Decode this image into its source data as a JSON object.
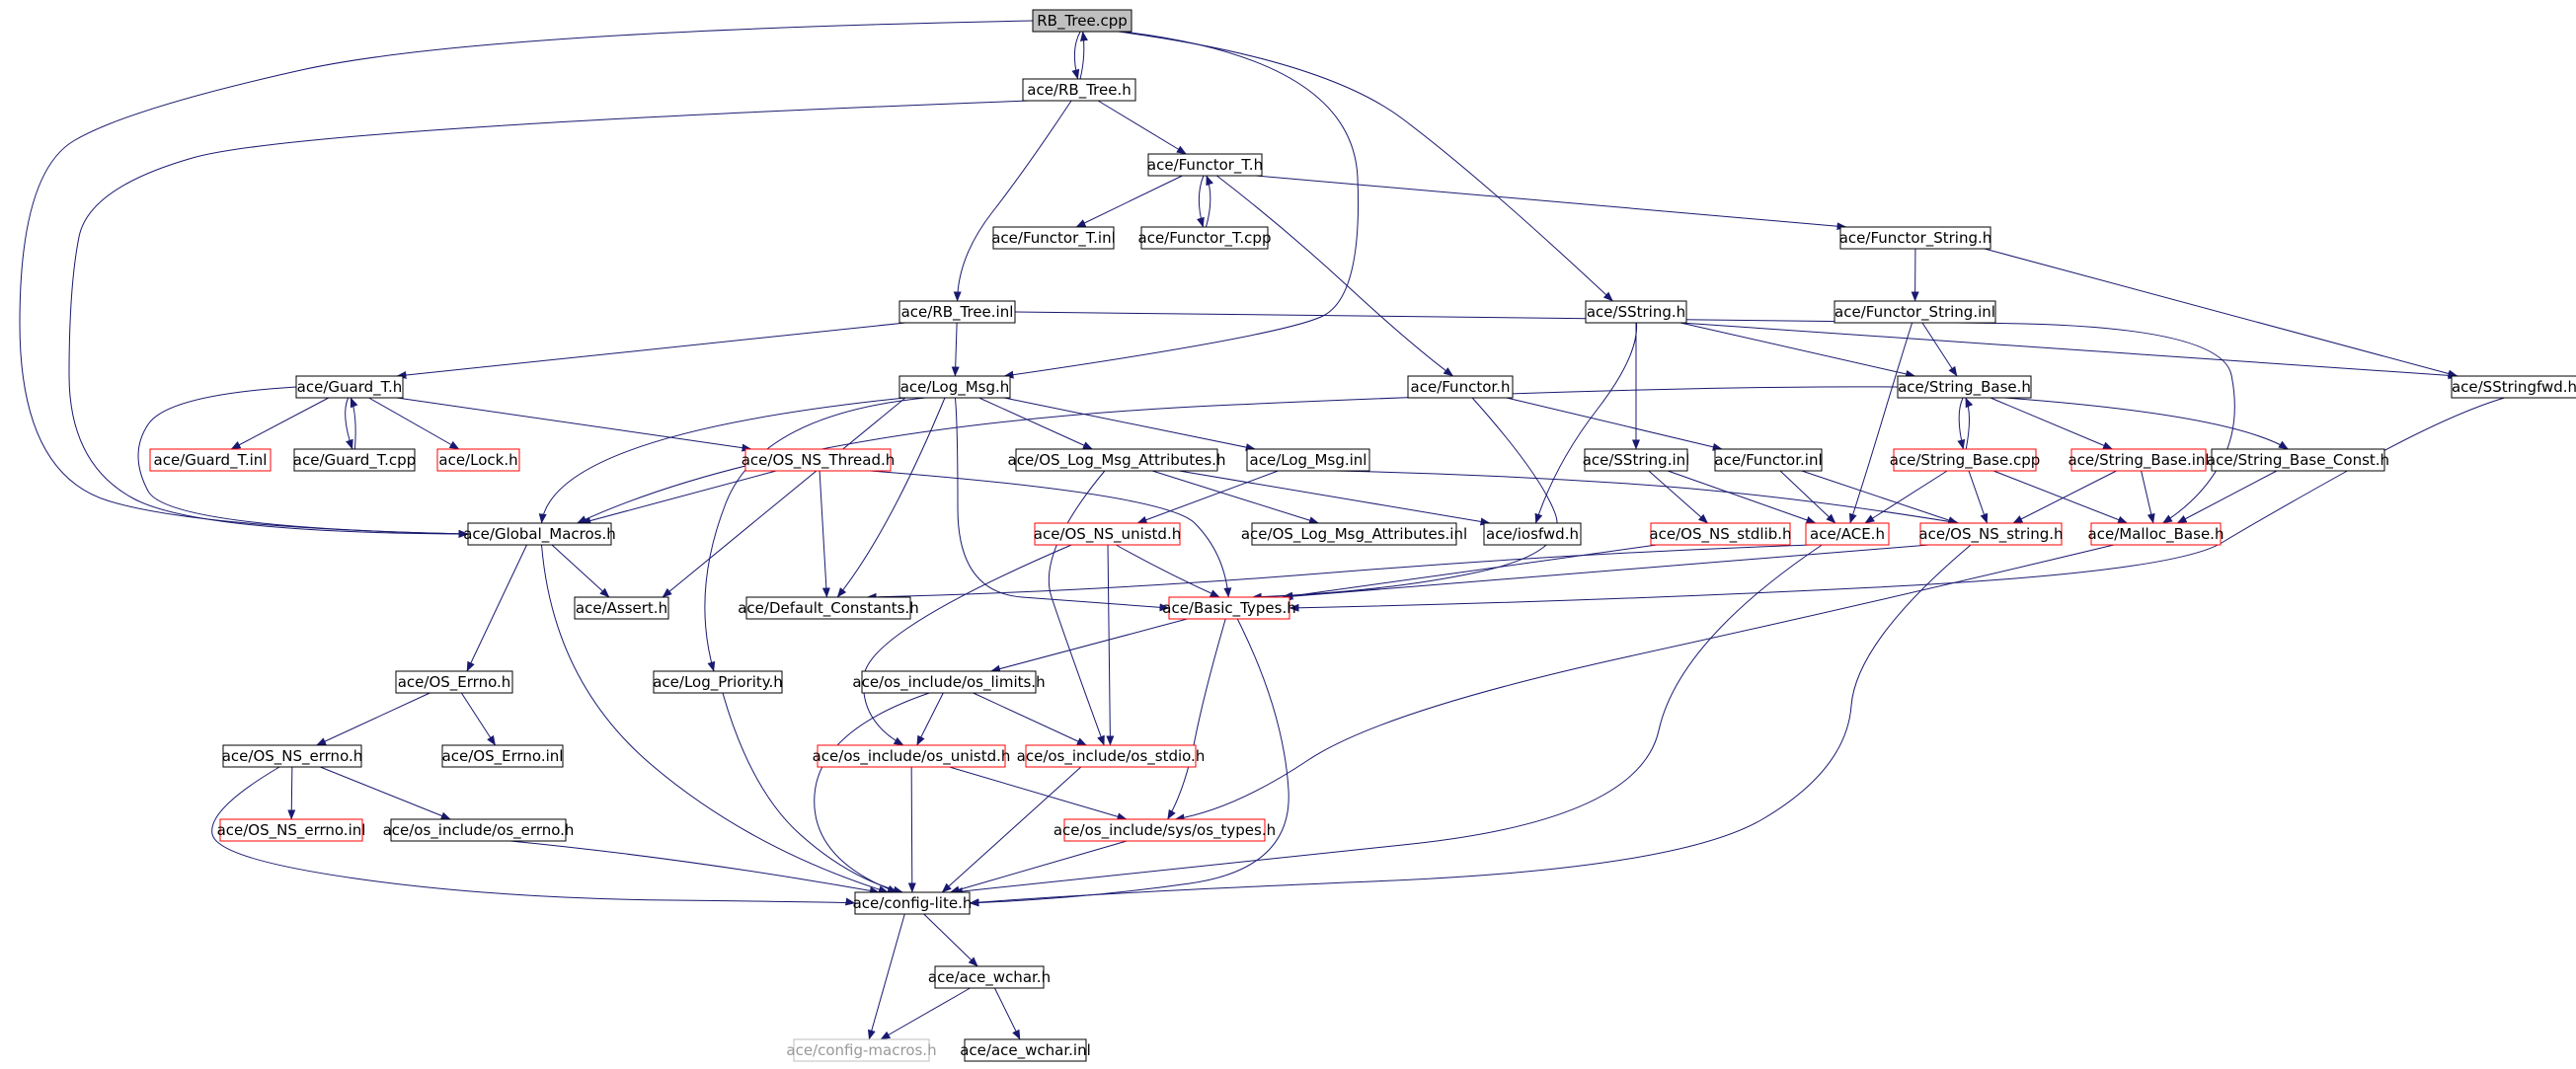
{
  "colors": {
    "edge": "#191970",
    "box_default": "#000000",
    "box_truncated": "#ff0000",
    "box_hidden": "#bfbfbf",
    "root_fill": "#bfbfbf",
    "text": "#000000",
    "text_hidden": "#999999"
  },
  "nodes": [
    {
      "id": "rb_tree_cpp",
      "label": "RB_Tree.cpp",
      "kind": "root"
    },
    {
      "id": "rb_tree_h",
      "label": "ace/RB_Tree.h",
      "kind": "normal"
    },
    {
      "id": "functor_t_h",
      "label": "ace/Functor_T.h",
      "kind": "normal"
    },
    {
      "id": "functor_t_inl",
      "label": "ace/Functor_T.inl",
      "kind": "normal"
    },
    {
      "id": "functor_t_cpp",
      "label": "ace/Functor_T.cpp",
      "kind": "normal"
    },
    {
      "id": "functor_string_h",
      "label": "ace/Functor_String.h",
      "kind": "normal"
    },
    {
      "id": "functor_string_inl",
      "label": "ace/Functor_String.inl",
      "kind": "normal"
    },
    {
      "id": "rb_tree_inl",
      "label": "ace/RB_Tree.inl",
      "kind": "normal"
    },
    {
      "id": "sstring_h",
      "label": "ace/SString.h",
      "kind": "normal"
    },
    {
      "id": "sstringfwd_h",
      "label": "ace/SStringfwd.h",
      "kind": "normal"
    },
    {
      "id": "guard_t_h",
      "label": "ace/Guard_T.h",
      "kind": "normal"
    },
    {
      "id": "log_msg_h",
      "label": "ace/Log_Msg.h",
      "kind": "normal"
    },
    {
      "id": "functor_h",
      "label": "ace/Functor.h",
      "kind": "normal"
    },
    {
      "id": "string_base_h",
      "label": "ace/String_Base.h",
      "kind": "normal"
    },
    {
      "id": "guard_t_inl",
      "label": "ace/Guard_T.inl",
      "kind": "truncated"
    },
    {
      "id": "guard_t_cpp",
      "label": "ace/Guard_T.cpp",
      "kind": "normal"
    },
    {
      "id": "lock_h",
      "label": "ace/Lock.h",
      "kind": "truncated"
    },
    {
      "id": "os_ns_thread_h",
      "label": "ace/OS_NS_Thread.h",
      "kind": "truncated"
    },
    {
      "id": "os_log_msg_attr_h",
      "label": "ace/OS_Log_Msg_Attributes.h",
      "kind": "normal"
    },
    {
      "id": "log_msg_inl",
      "label": "ace/Log_Msg.inl",
      "kind": "normal"
    },
    {
      "id": "sstring_inl",
      "label": "ace/SString.inl",
      "kind": "normal"
    },
    {
      "id": "functor_inl",
      "label": "ace/Functor.inl",
      "kind": "normal"
    },
    {
      "id": "string_base_cpp",
      "label": "ace/String_Base.cpp",
      "kind": "truncated"
    },
    {
      "id": "string_base_inl",
      "label": "ace/String_Base.inl",
      "kind": "truncated"
    },
    {
      "id": "string_base_const_h",
      "label": "ace/String_Base_Const.h",
      "kind": "normal"
    },
    {
      "id": "global_macros_h",
      "label": "ace/Global_Macros.h",
      "kind": "normal"
    },
    {
      "id": "os_ns_unistd_h",
      "label": "ace/OS_NS_unistd.h",
      "kind": "truncated"
    },
    {
      "id": "os_log_msg_attr_inl",
      "label": "ace/OS_Log_Msg_Attributes.inl",
      "kind": "normal"
    },
    {
      "id": "iosfwd_h",
      "label": "ace/iosfwd.h",
      "kind": "normal"
    },
    {
      "id": "os_ns_stdlib_h",
      "label": "ace/OS_NS_stdlib.h",
      "kind": "truncated"
    },
    {
      "id": "ace_h",
      "label": "ace/ACE.h",
      "kind": "truncated"
    },
    {
      "id": "os_ns_string_h",
      "label": "ace/OS_NS_string.h",
      "kind": "truncated"
    },
    {
      "id": "malloc_base_h",
      "label": "ace/Malloc_Base.h",
      "kind": "truncated"
    },
    {
      "id": "assert_h",
      "label": "ace/Assert.h",
      "kind": "normal"
    },
    {
      "id": "default_constants_h",
      "label": "ace/Default_Constants.h",
      "kind": "normal"
    },
    {
      "id": "basic_types_h",
      "label": "ace/Basic_Types.h",
      "kind": "truncated"
    },
    {
      "id": "os_errno_h",
      "label": "ace/OS_Errno.h",
      "kind": "normal"
    },
    {
      "id": "log_priority_h",
      "label": "ace/Log_Priority.h",
      "kind": "normal"
    },
    {
      "id": "os_limits_h",
      "label": "ace/os_include/os_limits.h",
      "kind": "normal"
    },
    {
      "id": "os_ns_errno_h",
      "label": "ace/OS_NS_errno.h",
      "kind": "normal"
    },
    {
      "id": "os_errno_inl",
      "label": "ace/OS_Errno.inl",
      "kind": "normal"
    },
    {
      "id": "os_unistd_h",
      "label": "ace/os_include/os_unistd.h",
      "kind": "truncated"
    },
    {
      "id": "os_stdio_h",
      "label": "ace/os_include/os_stdio.h",
      "kind": "truncated"
    },
    {
      "id": "os_ns_errno_inl",
      "label": "ace/OS_NS_errno.inl",
      "kind": "truncated"
    },
    {
      "id": "os_errno_h2",
      "label": "ace/os_include/os_errno.h",
      "kind": "normal"
    },
    {
      "id": "os_types_h",
      "label": "ace/os_include/sys/os_types.h",
      "kind": "truncated"
    },
    {
      "id": "config_lite_h",
      "label": "ace/config-lite.h",
      "kind": "normal"
    },
    {
      "id": "ace_wchar_h",
      "label": "ace/ace_wchar.h",
      "kind": "normal"
    },
    {
      "id": "config_macros_h",
      "label": "ace/config-macros.h",
      "kind": "hidden"
    },
    {
      "id": "ace_wchar_inl",
      "label": "ace/ace_wchar.inl",
      "kind": "normal"
    }
  ],
  "edges": [
    [
      "rb_tree_cpp",
      "rb_tree_h"
    ],
    [
      "rb_tree_h",
      "rb_tree_cpp"
    ],
    [
      "rb_tree_cpp",
      "global_macros_h"
    ],
    [
      "rb_tree_cpp",
      "log_msg_h"
    ],
    [
      "rb_tree_cpp",
      "sstring_h"
    ],
    [
      "rb_tree_h",
      "functor_t_h"
    ],
    [
      "rb_tree_h",
      "rb_tree_inl"
    ],
    [
      "rb_tree_h",
      "global_macros_h"
    ],
    [
      "functor_t_h",
      "functor_t_inl"
    ],
    [
      "functor_t_h",
      "functor_t_cpp"
    ],
    [
      "functor_t_cpp",
      "functor_t_h"
    ],
    [
      "functor_t_h",
      "functor_string_h"
    ],
    [
      "functor_t_h",
      "functor_h"
    ],
    [
      "functor_string_h",
      "functor_string_inl"
    ],
    [
      "functor_string_h",
      "sstringfwd_h"
    ],
    [
      "functor_string_inl",
      "string_base_h"
    ],
    [
      "functor_string_inl",
      "ace_h"
    ],
    [
      "rb_tree_inl",
      "guard_t_h"
    ],
    [
      "rb_tree_inl",
      "log_msg_h"
    ],
    [
      "rb_tree_inl",
      "malloc_base_h"
    ],
    [
      "sstring_h",
      "sstring_inl"
    ],
    [
      "sstring_h",
      "string_base_h"
    ],
    [
      "sstring_h",
      "sstringfwd_h"
    ],
    [
      "sstring_h",
      "iosfwd_h"
    ],
    [
      "sstringfwd_h",
      "basic_types_h"
    ],
    [
      "guard_t_h",
      "guard_t_inl"
    ],
    [
      "guard_t_h",
      "guard_t_cpp"
    ],
    [
      "guard_t_cpp",
      "guard_t_h"
    ],
    [
      "guard_t_h",
      "lock_h"
    ],
    [
      "guard_t_h",
      "os_ns_thread_h"
    ],
    [
      "guard_t_h",
      "global_macros_h"
    ],
    [
      "log_msg_h",
      "os_log_msg_attr_h"
    ],
    [
      "log_msg_h",
      "log_msg_inl"
    ],
    [
      "log_msg_h",
      "global_macros_h"
    ],
    [
      "log_msg_h",
      "assert_h"
    ],
    [
      "log_msg_h",
      "default_constants_h"
    ],
    [
      "log_msg_h",
      "log_priority_h"
    ],
    [
      "log_msg_h",
      "basic_types_h"
    ],
    [
      "functor_h",
      "functor_inl"
    ],
    [
      "functor_h",
      "basic_types_h"
    ],
    [
      "string_base_h",
      "string_base_cpp"
    ],
    [
      "string_base_cpp",
      "string_base_h"
    ],
    [
      "string_base_h",
      "string_base_inl"
    ],
    [
      "string_base_h",
      "string_base_const_h"
    ],
    [
      "string_base_h",
      "global_macros_h"
    ],
    [
      "os_ns_thread_h",
      "global_macros_h"
    ],
    [
      "os_ns_thread_h",
      "default_constants_h"
    ],
    [
      "os_ns_thread_h",
      "basic_types_h"
    ],
    [
      "os_log_msg_attr_h",
      "os_log_msg_attr_inl"
    ],
    [
      "os_log_msg_attr_h",
      "iosfwd_h"
    ],
    [
      "os_log_msg_attr_h",
      "os_stdio_h"
    ],
    [
      "log_msg_inl",
      "os_ns_unistd_h"
    ],
    [
      "log_msg_inl",
      "os_ns_string_h"
    ],
    [
      "sstring_inl",
      "os_ns_stdlib_h"
    ],
    [
      "sstring_inl",
      "ace_h"
    ],
    [
      "functor_inl",
      "ace_h"
    ],
    [
      "functor_inl",
      "os_ns_string_h"
    ],
    [
      "string_base_cpp",
      "ace_h"
    ],
    [
      "string_base_cpp",
      "os_ns_string_h"
    ],
    [
      "string_base_cpp",
      "malloc_base_h"
    ],
    [
      "string_base_inl",
      "os_ns_string_h"
    ],
    [
      "string_base_inl",
      "malloc_base_h"
    ],
    [
      "string_base_const_h",
      "malloc_base_h"
    ],
    [
      "global_macros_h",
      "assert_h"
    ],
    [
      "global_macros_h",
      "os_errno_h"
    ],
    [
      "global_macros_h",
      "config_lite_h"
    ],
    [
      "os_ns_unistd_h",
      "basic_types_h"
    ],
    [
      "os_ns_unistd_h",
      "os_unistd_h"
    ],
    [
      "os_ns_unistd_h",
      "os_stdio_h"
    ],
    [
      "os_ns_stdlib_h",
      "basic_types_h"
    ],
    [
      "ace_h",
      "default_constants_h"
    ],
    [
      "ace_h",
      "config_lite_h"
    ],
    [
      "os_ns_string_h",
      "basic_types_h"
    ],
    [
      "os_ns_string_h",
      "config_lite_h"
    ],
    [
      "malloc_base_h",
      "os_types_h"
    ],
    [
      "basic_types_h",
      "os_limits_h"
    ],
    [
      "basic_types_h",
      "os_types_h"
    ],
    [
      "basic_types_h",
      "config_lite_h"
    ],
    [
      "os_errno_h",
      "os_ns_errno_h"
    ],
    [
      "os_errno_h",
      "os_errno_inl"
    ],
    [
      "log_priority_h",
      "config_lite_h"
    ],
    [
      "os_limits_h",
      "os_unistd_h"
    ],
    [
      "os_limits_h",
      "os_stdio_h"
    ],
    [
      "os_limits_h",
      "config_lite_h"
    ],
    [
      "os_ns_errno_h",
      "os_ns_errno_inl"
    ],
    [
      "os_ns_errno_h",
      "os_errno_h2"
    ],
    [
      "os_ns_errno_h",
      "config_lite_h"
    ],
    [
      "os_unistd_h",
      "os_types_h"
    ],
    [
      "os_unistd_h",
      "config_lite_h"
    ],
    [
      "os_stdio_h",
      "config_lite_h"
    ],
    [
      "os_errno_h2",
      "config_lite_h"
    ],
    [
      "os_types_h",
      "config_lite_h"
    ],
    [
      "config_lite_h",
      "ace_wchar_h"
    ],
    [
      "config_lite_h",
      "config_macros_h"
    ],
    [
      "ace_wchar_h",
      "config_macros_h"
    ],
    [
      "ace_wchar_h",
      "ace_wchar_inl"
    ]
  ]
}
